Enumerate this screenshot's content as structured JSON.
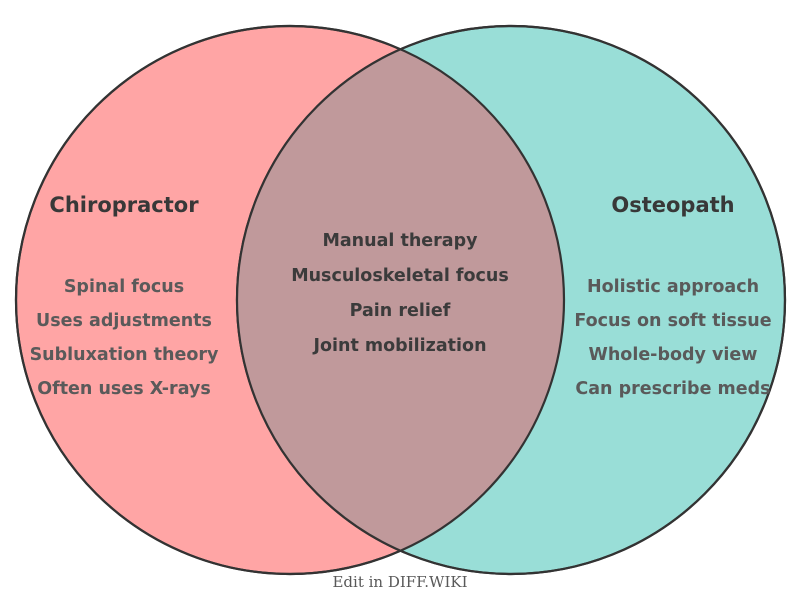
{
  "colors": {
    "left_fill": "#FFA5A5",
    "right_fill": "#99DED7",
    "overlap_fill": "#C0999B",
    "outline": "#333333",
    "heading_text": "#383838",
    "item_text": "#5A5A5A",
    "shared_text": "#3B3B3B",
    "caption_text": "#595959"
  },
  "left": {
    "title": "Chiropractor",
    "items": [
      "Spinal focus",
      "Uses adjustments",
      "Subluxation theory",
      "Often uses X-rays"
    ]
  },
  "right": {
    "title": "Osteopath",
    "items": [
      "Holistic approach",
      "Focus on soft tissue",
      "Whole-body view",
      "Can prescribe meds"
    ]
  },
  "shared": {
    "items": [
      "Manual therapy",
      "Musculoskeletal focus",
      "Pain relief",
      "Joint mobilization"
    ]
  },
  "footer": {
    "caption": "Edit in DIFF.WIKI"
  }
}
